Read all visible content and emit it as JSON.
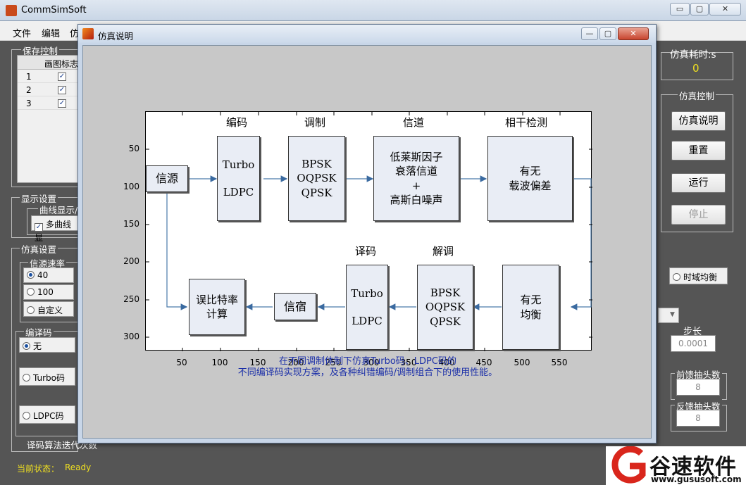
{
  "main_window": {
    "title": "CommSimSoft",
    "menu": [
      "文件",
      "编辑",
      "仿"
    ],
    "buttons": {
      "minimize": "▭",
      "maximize": "▢",
      "close": "✕"
    }
  },
  "left": {
    "save_control_label": "保存控制",
    "table_header": "画图标志",
    "rows": [
      "1",
      "2",
      "3"
    ],
    "display_label": "显示设置",
    "curve_display_label": "曲线显示/",
    "multi_curve": "多曲线显",
    "sim_settings_label": "仿真设置",
    "source_rate_label": "信源速率",
    "rates": [
      "40",
      "100",
      "自定义"
    ],
    "codec_label": "编译码",
    "codec_options": [
      "无",
      "Turbo码",
      "LDPC码"
    ],
    "iter_label": "译码算法迭代次数",
    "status_label": "当前状态：",
    "status_value": "Ready"
  },
  "right": {
    "sim_time_label": "仿真耗时:s",
    "sim_time_value": "0",
    "sim_control_label": "仿真控制",
    "btn_help": "仿真说明",
    "btn_reset": "重置",
    "btn_run": "运行",
    "btn_stop": "停止",
    "time_eq": "时域均衡",
    "step_label": "步长",
    "step_value": "0.0001",
    "ff_label": "前馈抽头数",
    "ff_value": "8",
    "fb_label": "反馈抽头数",
    "fb_value": "8"
  },
  "dialog": {
    "title": "仿真说明",
    "buttons": {
      "minimize": "—",
      "maximize": "▢",
      "close": "✕"
    },
    "diagram": {
      "top_captions": [
        "编码",
        "调制",
        "信道",
        "相干检测"
      ],
      "bottom_captions": [
        "译码",
        "解调"
      ],
      "source": "信源",
      "coder": [
        "Turbo",
        "LDPC"
      ],
      "modulator": [
        "BPSK",
        "OQPSK",
        "QPSK"
      ],
      "channel": [
        "低莱斯因子",
        "衰落信道",
        "+",
        "高斯白噪声"
      ],
      "coherent": [
        "有无",
        "载波偏差"
      ],
      "equalizer": [
        "有无",
        "均衡"
      ],
      "demodulator": [
        "BPSK",
        "OQPSK",
        "QPSK"
      ],
      "decoder": [
        "Turbo",
        "LDPC"
      ],
      "sink": "信宿",
      "ber": [
        "误比特率",
        "计算"
      ],
      "y_ticks": [
        "50",
        "100",
        "150",
        "200",
        "250",
        "300"
      ],
      "x_ticks": [
        "50",
        "100",
        "150",
        "200",
        "250",
        "300",
        "350",
        "400",
        "450",
        "500",
        "550"
      ]
    },
    "caption_lines": [
      "在不同调制体制下仿真Turbo码、LDPC码的",
      "不同编译码实现方案，及各种纠错编码/调制组合下的使用性能。"
    ]
  },
  "watermark": {
    "brand": "谷速软件",
    "url": "www.gususoft.com"
  }
}
